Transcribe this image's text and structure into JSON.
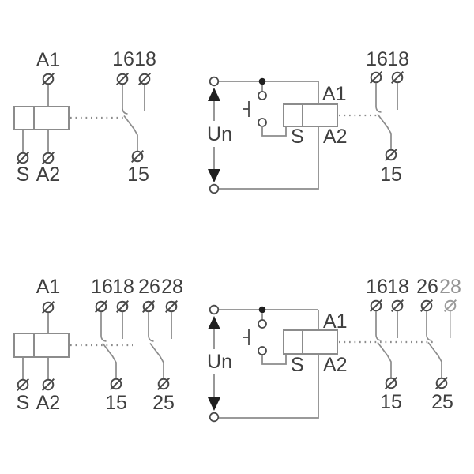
{
  "colors": {
    "line": "#8c8c8c",
    "term": "#4a4a4a",
    "text": "#3f3f3f",
    "solid": "#1f1f1f",
    "background": "#ffffff"
  },
  "diagrams": {
    "top_left": {
      "coil_top": "A1",
      "coil_bottom_left": "S",
      "coil_bottom_right": "A2",
      "contact_no": "16",
      "contact_nc": "18",
      "contact_common": "15"
    },
    "top_right": {
      "supply": "Un",
      "coil_top": "A1",
      "coil_bottom": "A2",
      "control": "S",
      "contact_no": "16",
      "contact_nc": "18",
      "contact_common": "15"
    },
    "bottom_left": {
      "coil_top": "A1",
      "coil_bottom_left": "S",
      "coil_bottom_right": "A2",
      "contact1_no": "16",
      "contact1_nc": "18",
      "contact1_common": "15",
      "contact2_no": "26",
      "contact2_nc": "28",
      "contact2_common": "25"
    },
    "bottom_right": {
      "supply": "Un",
      "coil_top": "A1",
      "coil_bottom": "A2",
      "control": "S",
      "contact1_no": "16",
      "contact1_nc": "18",
      "contact1_common": "15",
      "contact2_no": "26",
      "contact2_nc": "28",
      "contact2_common": "25"
    }
  }
}
